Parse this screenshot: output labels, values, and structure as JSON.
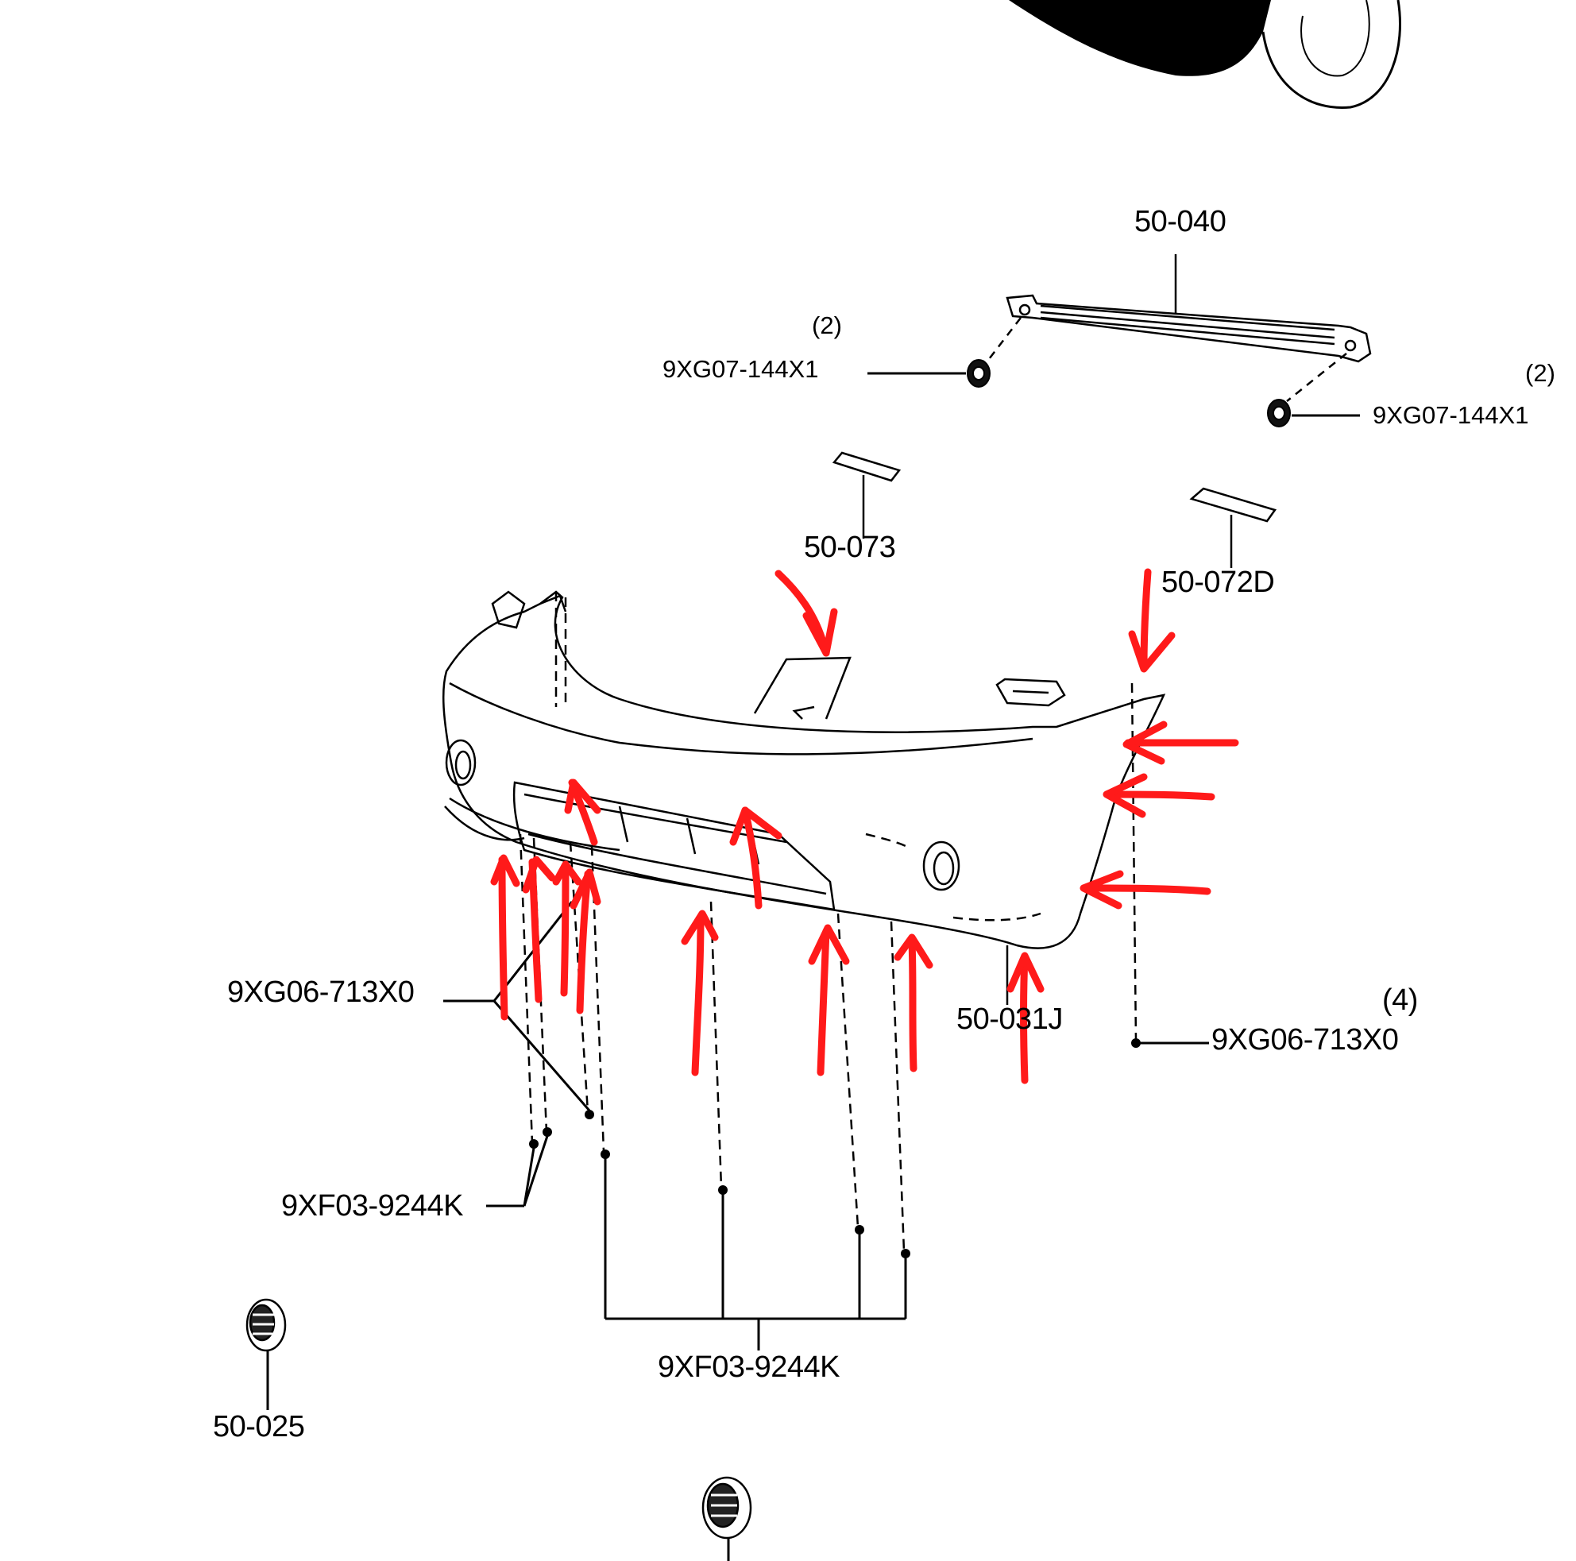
{
  "labels": {
    "part_50_040": "50-040",
    "qty_left": "(2)",
    "qty_right": "(2)",
    "clip_left": "9XG07-144X1",
    "clip_right": "9XG07-144X1",
    "part_50_073": "50-073",
    "part_50_072d": "50-072D",
    "screw_left": "9XG06-713X0",
    "qty_4": "(4)",
    "screw_right": "9XG06-713X0",
    "part_50_031j": "50-031J",
    "clip_9xf_left": "9XF03-9244K",
    "clip_9xf_bottom": "9XF03-9244K",
    "part_50_025": "50-025"
  },
  "colors": {
    "line": "#000000",
    "annotation": "#ff0000",
    "background": "#ffffff"
  }
}
